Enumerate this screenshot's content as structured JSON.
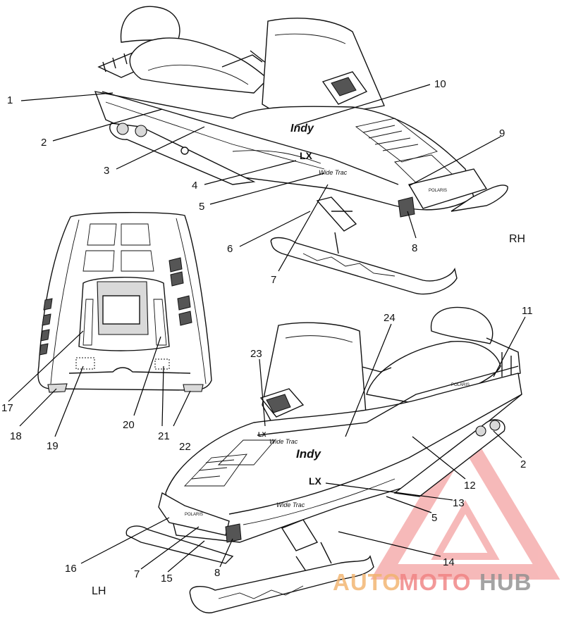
{
  "diagram": {
    "views": {
      "rh_label": "RH",
      "lh_label": "LH"
    },
    "callouts_rh": [
      "1",
      "2",
      "3",
      "4",
      "5",
      "6",
      "7",
      "8",
      "9",
      "10"
    ],
    "callouts_hood": [
      "17",
      "18",
      "19",
      "20",
      "21",
      "22"
    ],
    "callouts_lh": [
      "24",
      "23",
      "11",
      "2",
      "12",
      "13",
      "5",
      "14",
      "16",
      "7",
      "15",
      "8"
    ],
    "decals": {
      "model_badge": "LX",
      "brand_badge": "POLARIS",
      "script_badge": "Indy",
      "script_small": "Wide Trac"
    }
  },
  "watermark": {
    "part1": "AUTO",
    "part2": "MOTO",
    "part3": "HUB",
    "color_primary": "#f08080",
    "color_secondary": "#9a9a9a"
  }
}
